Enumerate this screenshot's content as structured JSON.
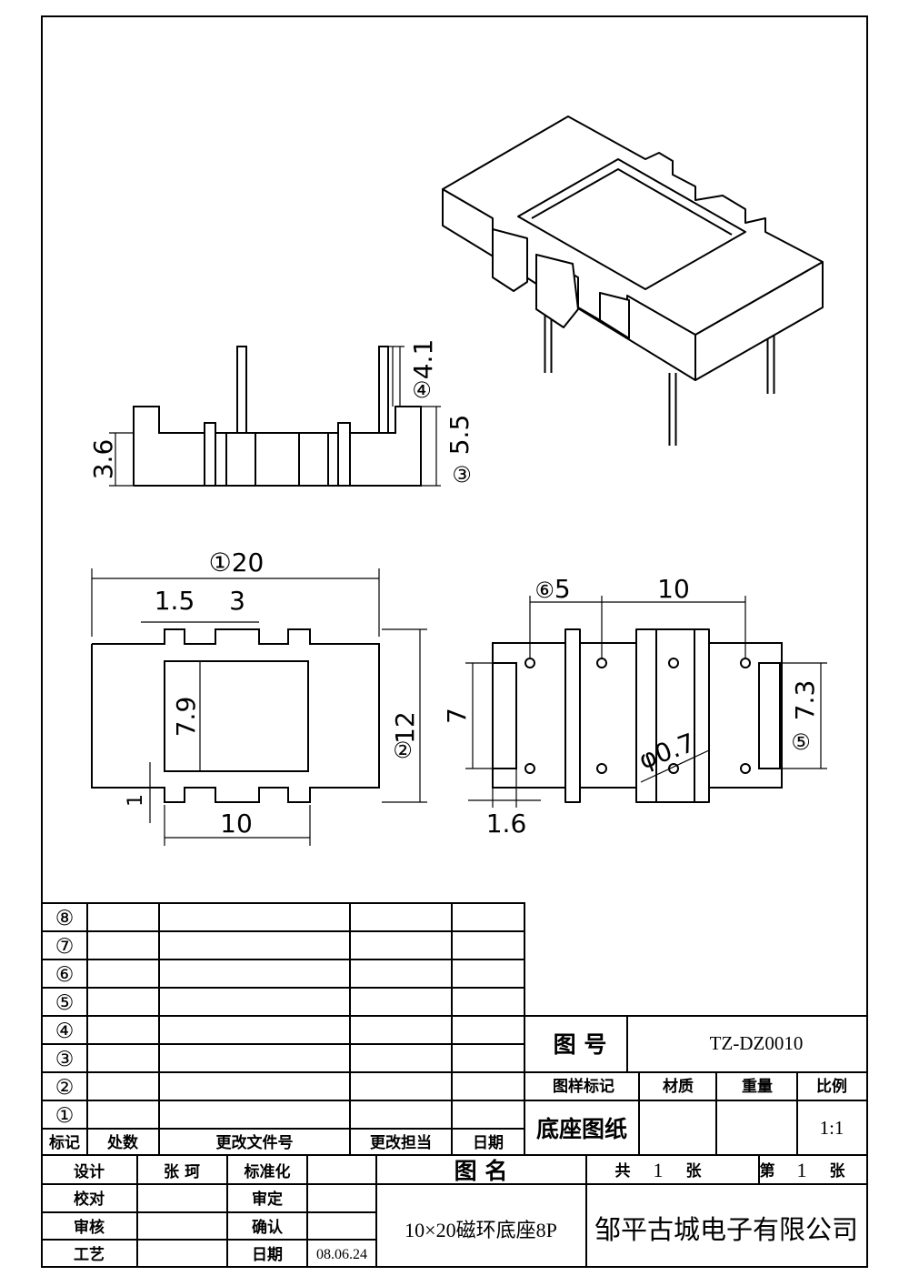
{
  "dimensions": {
    "side_height": "3.6",
    "side_total": "5.5",
    "side_total_ref": "③",
    "pin_length": "4.1",
    "pin_length_ref": "④",
    "top_width": "20",
    "top_width_ref": "①",
    "tab_width": "1.5",
    "tab_gap": "3",
    "window_height": "7.9",
    "depth": "12",
    "depth_ref": "②",
    "notch": "1",
    "bottom_span": "10",
    "pin_pitch": "5",
    "pin_pitch_ref": "⑥",
    "pin_row_span": "10",
    "slot_height": "7",
    "pin_row_gap": "7.3",
    "pin_row_gap_ref": "⑤",
    "slot_width": "1.6",
    "pin_diameter": "φ0.7"
  },
  "revision_table": {
    "rows": [
      "⑧",
      "⑦",
      "⑥",
      "⑤",
      "④",
      "③",
      "②",
      "①"
    ],
    "headers": [
      "标记",
      "处数",
      "更改文件号",
      "更改担当",
      "日期"
    ]
  },
  "title_block": {
    "drawing_no_label": "图 号",
    "drawing_no": "TZ-DZ0010",
    "sample_mark_label": "图样标记",
    "material_label": "材质",
    "weight_label": "重量",
    "scale_label": "比例",
    "sample_mark": "底座图纸",
    "scale": "1:1",
    "design_label": "设计",
    "designer": "张 珂",
    "standardize_label": "标准化",
    "drawing_name_label": "图 名",
    "total_label_a": "共",
    "total_sheets": "1",
    "total_label_b": "张",
    "sheet_label_a": "第",
    "sheet_no": "1",
    "sheet_label_b": "张",
    "check_label": "校对",
    "approve_label": "审定",
    "review_label": "审核",
    "confirm_label": "确认",
    "process_label": "工艺",
    "date_label": "日期",
    "date": "08.06.24",
    "drawing_name": "10×20磁环底座8P",
    "company": "邹平古城电子有限公司"
  }
}
